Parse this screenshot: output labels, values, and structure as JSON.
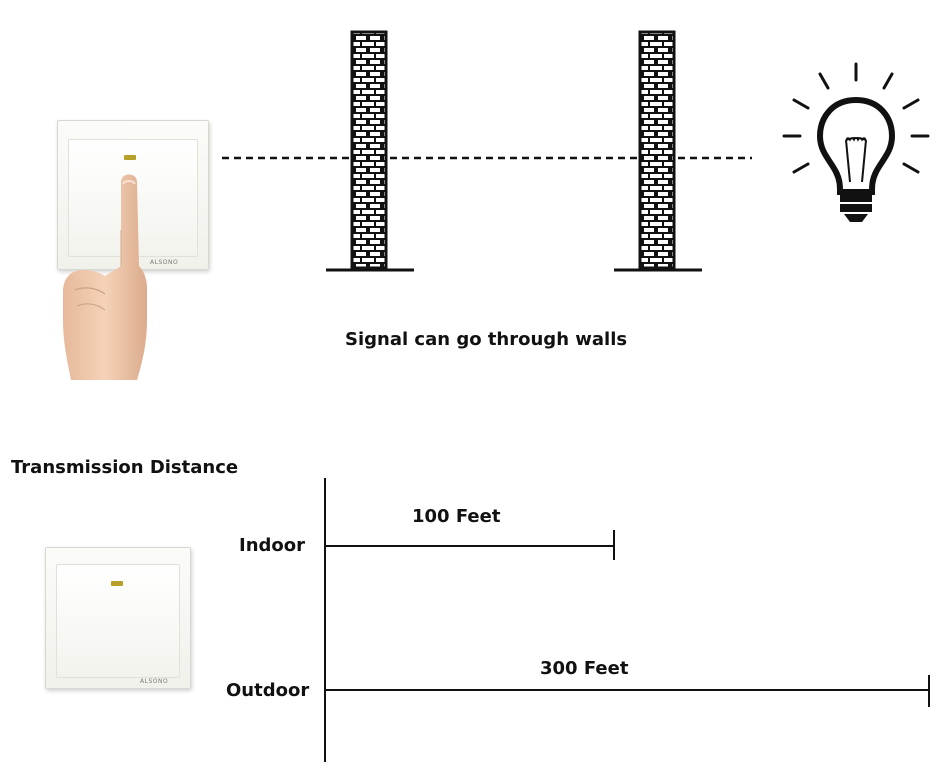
{
  "caption": "Signal can go through walls",
  "section_title": "Transmission Distance",
  "switch_brand": "ALSONO",
  "distances": [
    {
      "label": "Indoor",
      "value": "100 Feet"
    },
    {
      "label": "Outdoor",
      "value": "300 Feet"
    }
  ],
  "colors": {
    "led": "#b7a02a",
    "line": "#111111",
    "skin": "#efc9ad"
  },
  "icons": [
    "finger-press-icon",
    "brick-wall-icon",
    "light-bulb-icon"
  ]
}
